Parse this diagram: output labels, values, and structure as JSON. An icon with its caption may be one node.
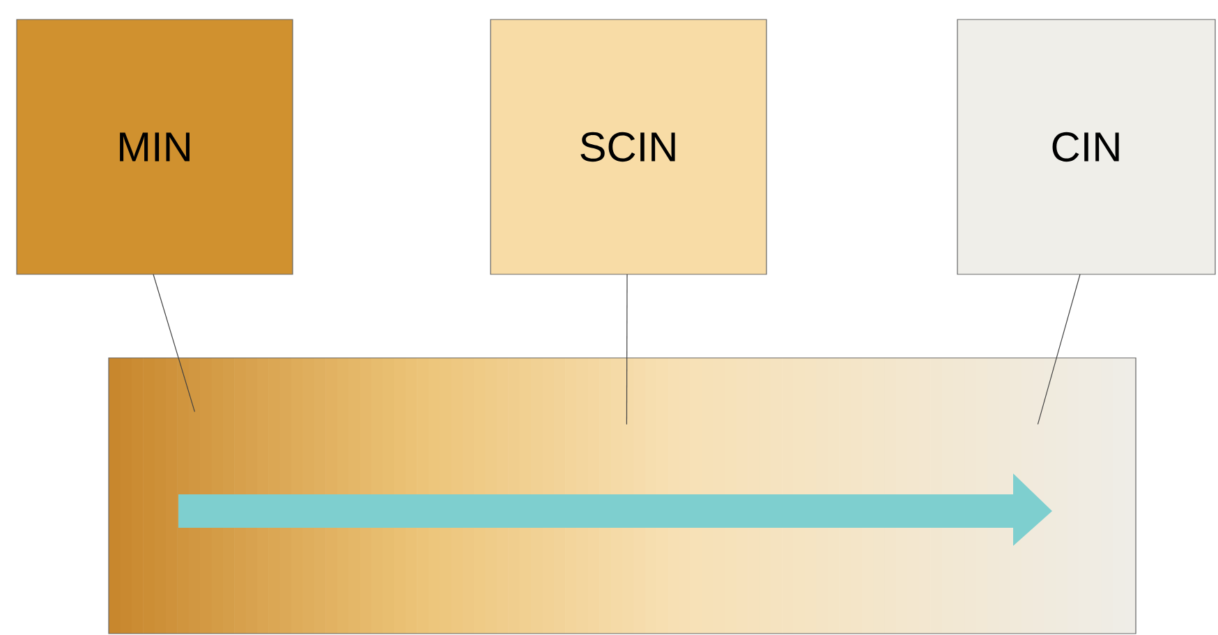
{
  "diagram": {
    "nodes": [
      {
        "text": [
          "MIN"
        ]
      },
      {
        "text": [
          "SCIN"
        ]
      },
      {
        "text": [
          "CIN"
        ]
      },
      {
        "text": [],
        "shape": "bar"
      }
    ],
    "edges": [
      {
        "from": 0,
        "to": 3,
        "arrow": "none"
      },
      {
        "from": 1,
        "to": 3,
        "arrow": "none"
      },
      {
        "from": 2,
        "to": 3,
        "arrow": "none"
      }
    ]
  }
}
